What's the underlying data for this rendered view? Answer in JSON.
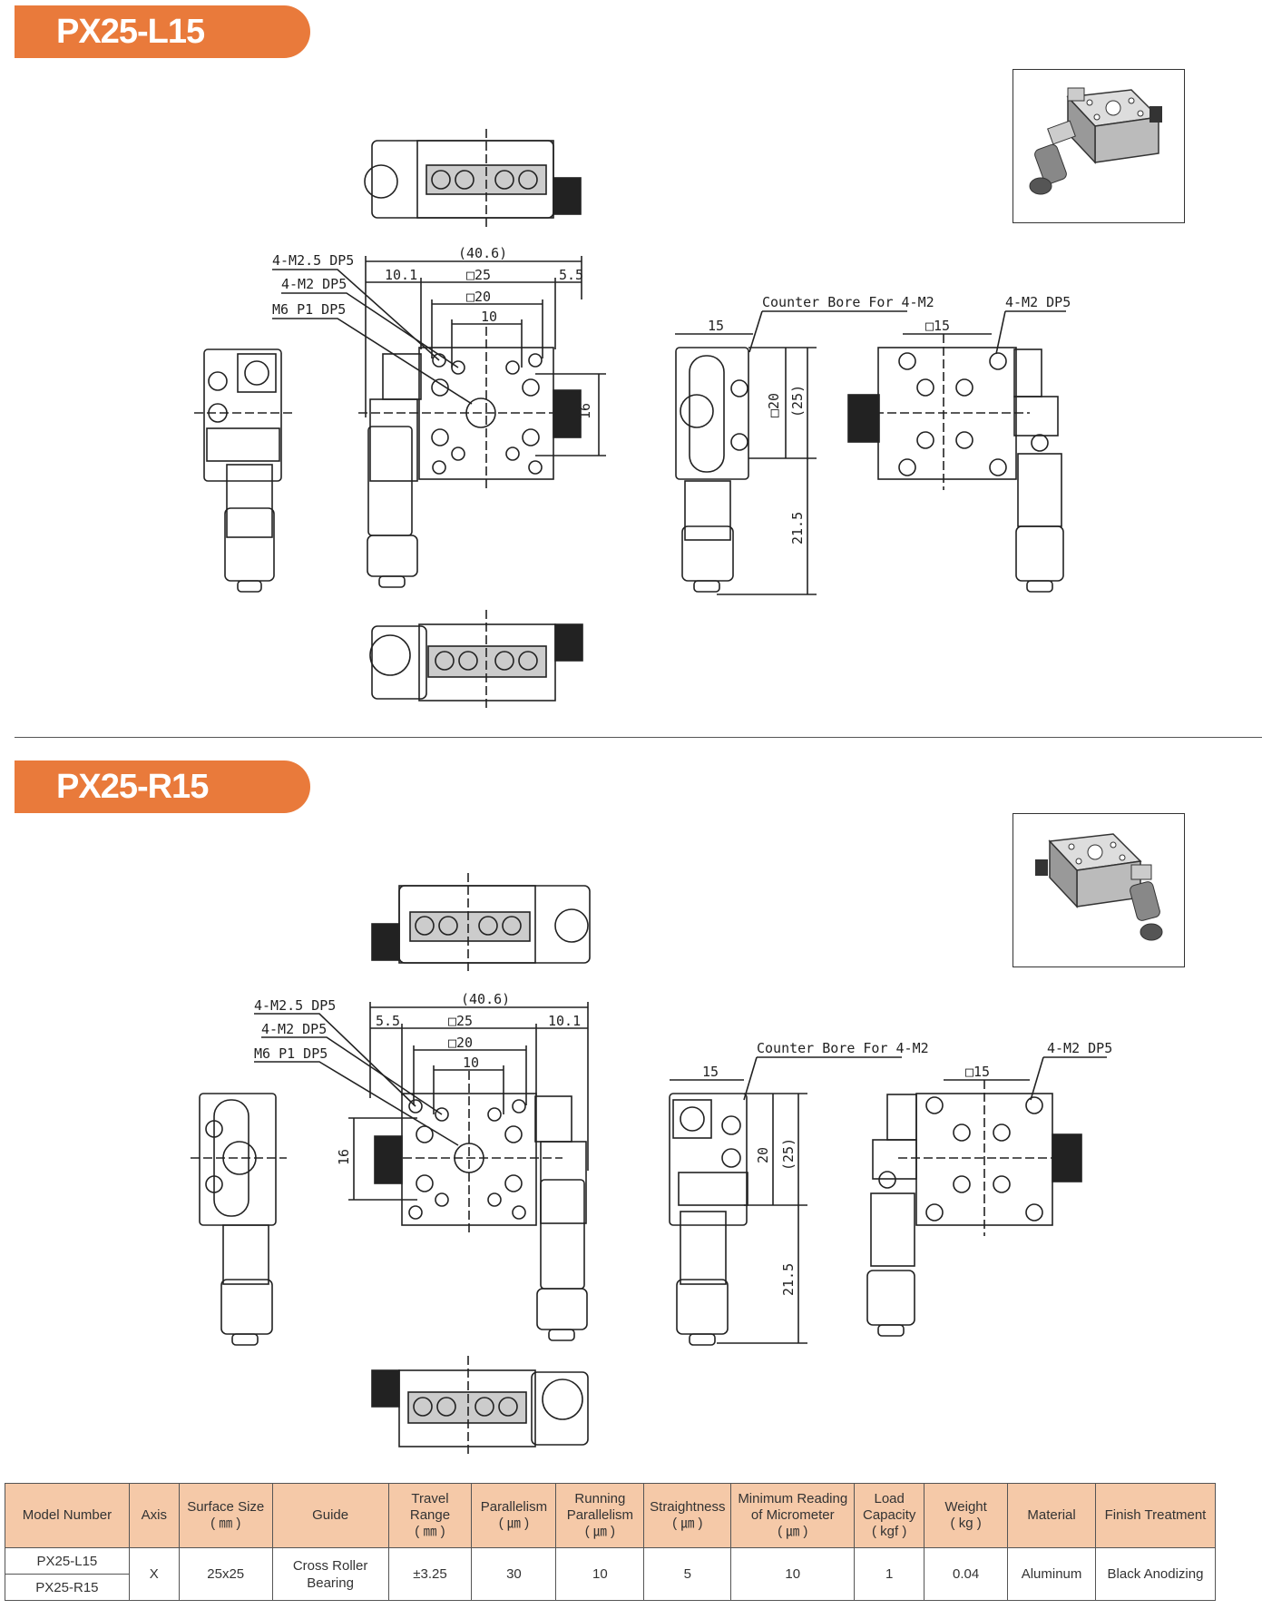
{
  "sections": [
    {
      "title": "PX25-L15",
      "labels": {
        "hole_a": "4-M2.5 DP5",
        "hole_b": "4-M2 DP5",
        "hole_c": "M6 P1 DP5",
        "overall": "(40.6)",
        "left_offset": "10.1",
        "right_offset": "5.5",
        "sq25": "□25",
        "sq20": "□20",
        "ten": "10",
        "sixteen": "16",
        "fifteen": "15",
        "counter_bore": "Counter Bore For 4-M2",
        "side_h20": "□20",
        "side_h25": "(25)",
        "side_21_5": "21.5",
        "bottom_sq15": "□15",
        "bottom_holes": "4-M2 DP5"
      }
    },
    {
      "title": "PX25-R15",
      "labels": {
        "hole_a": "4-M2.5 DP5",
        "hole_b": "4-M2 DP5",
        "hole_c": "M6 P1 DP5",
        "overall": "(40.6)",
        "left_offset": "5.5",
        "right_offset": "10.1",
        "sq25": "□25",
        "sq20": "□20",
        "ten": "10",
        "sixteen": "16",
        "fifteen": "15",
        "counter_bore": "Counter Bore For 4-M2",
        "side_h20": "20",
        "side_h25": "(25)",
        "side_21_5": "21.5",
        "bottom_sq15": "□15",
        "bottom_holes": "4-M2 DP5"
      }
    }
  ],
  "table": {
    "headers": [
      [
        "Model Number"
      ],
      [
        "Axis"
      ],
      [
        "Surface Size",
        "( ㎜ )"
      ],
      [
        "Guide"
      ],
      [
        "Travel Range",
        "( ㎜ )"
      ],
      [
        "Parallelism",
        "( ㎛ )"
      ],
      [
        "Running",
        "Parallelism",
        "( ㎛ )"
      ],
      [
        "Straightness",
        "( ㎛ )"
      ],
      [
        "Minimum Reading",
        "of Micrometer",
        "( ㎛ )"
      ],
      [
        "Load",
        "Capacity",
        "( kgf )"
      ],
      [
        "Weight",
        "( kg )"
      ],
      [
        "Material"
      ],
      [
        "Finish Treatment"
      ]
    ],
    "models": [
      "PX25-L15",
      "PX25-R15"
    ],
    "axis": "X",
    "surface_size": "25x25",
    "guide": [
      "Cross Roller",
      "Bearing"
    ],
    "travel_range": "±3.25",
    "parallelism": "30",
    "running_parallelism": "10",
    "straightness": "5",
    "min_reading": "10",
    "load_capacity": "1",
    "weight": "0.04",
    "material": "Aluminum",
    "finish": "Black Anodizing"
  }
}
